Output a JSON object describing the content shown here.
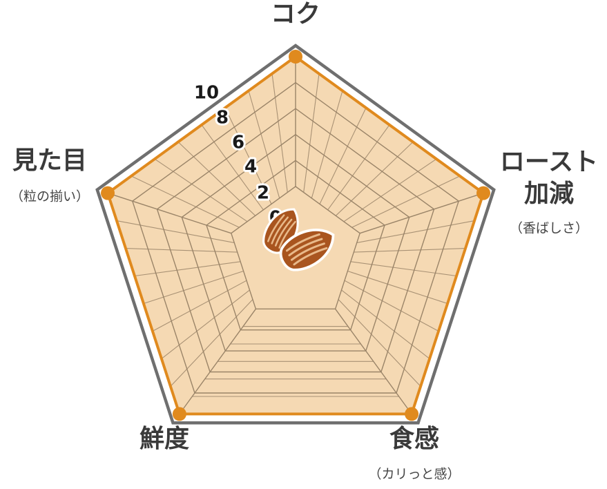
{
  "chart_data": {
    "type": "radar",
    "title": "",
    "axes": [
      {
        "label": "コク",
        "sublabel": ""
      },
      {
        "label": "ロースト\n加減",
        "sublabel": "（香ばしさ）"
      },
      {
        "label": "食感",
        "sublabel": "（カリっと感）"
      },
      {
        "label": "鮮度",
        "sublabel": ""
      },
      {
        "label": "見た目",
        "sublabel": "（粒の揃い）"
      }
    ],
    "scale": {
      "min": 0,
      "max": 10,
      "step": 2
    },
    "tick_labels": [
      "0",
      "2",
      "4",
      "6",
      "8",
      "10"
    ],
    "series": [
      {
        "values": [
          10,
          10,
          10,
          10,
          10
        ]
      }
    ],
    "center_icon": "almond-icon",
    "colors": {
      "fill": "#f5d9b3",
      "series_line": "#e08a1e",
      "marker": "#e08a1e",
      "grid_line": "#9a8468",
      "outer_frame": "#6f6f6f",
      "almond": "#a9551f"
    }
  }
}
